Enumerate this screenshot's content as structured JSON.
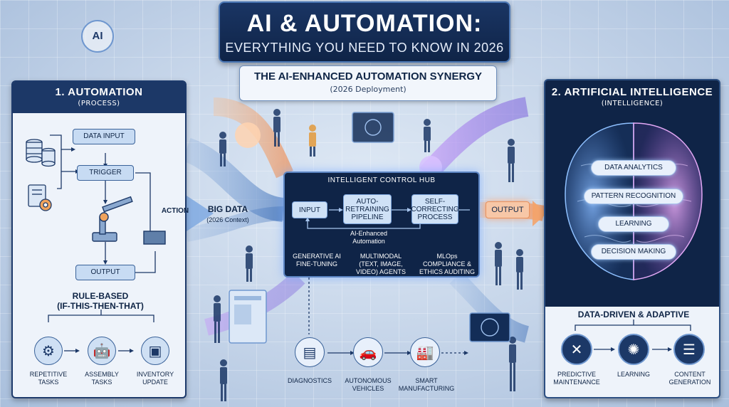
{
  "title": {
    "main": "AI & AUTOMATION:",
    "sub": "EVERYTHING YOU NEED TO KNOW IN 2026"
  },
  "badge": "AI",
  "synergy": {
    "title": "THE AI-ENHANCED AUTOMATION SYNERGY",
    "sub": "(2026 Deployment)"
  },
  "automation": {
    "title": "1. AUTOMATION",
    "subtitle": "(PROCESS)",
    "flow": {
      "data_input": "DATA INPUT",
      "trigger": "TRIGGER",
      "action": "ACTION",
      "output": "OUTPUT"
    },
    "rule_line1": "RULE-BASED",
    "rule_line2": "(IF-THIS-THEN-THAT)",
    "examples": [
      {
        "line1": "REPETITIVE",
        "line2": "TASKS"
      },
      {
        "line1": "ASSEMBLY",
        "line2": "TASKS"
      },
      {
        "line1": "INVENTORY",
        "line2": "UPDATE"
      }
    ]
  },
  "big_data": {
    "label": "BIG DATA",
    "sub": "(2026 Context)"
  },
  "hub": {
    "title": "INTELLIGENT CONTROL HUB",
    "input": "INPUT",
    "retraining_line1": "AUTO-",
    "retraining_line2": "RETRAINING",
    "retraining_line3": "PIPELINE",
    "self_line1": "SELF-",
    "self_line2": "CORRECTING",
    "self_line3": "PROCESS",
    "enhanced_line1": "AI-Enhanced",
    "enhanced_line2": "Automation"
  },
  "output": "OUTPUT",
  "hub_features": [
    {
      "line1": "GENERATIVE AI",
      "line2": "FINE-TUNING",
      "line3": ""
    },
    {
      "line1": "MULTIMODAL",
      "line2": "(TEXT, IMAGE,",
      "line3": "VIDEO) AGENTS"
    },
    {
      "line1": "MLOps",
      "line2": "COMPLIANCE &",
      "line3": "ETHICS AUDITING"
    }
  ],
  "applications": [
    {
      "line1": "DIAGNOSTICS",
      "line2": ""
    },
    {
      "line1": "AUTONOMOUS",
      "line2": "VEHICLES"
    },
    {
      "line1": "SMART",
      "line2": "MANUFACTURING"
    }
  ],
  "ai": {
    "title": "2. ARTIFICIAL INTELLIGENCE",
    "subtitle": "(INTELLIGENCE)",
    "capabilities": [
      "DATA ANALYTICS",
      "PATTERN RECOGNITION",
      "LEARNING",
      "DECISION MAKING"
    ],
    "tagline": "DATA-DRIVEN & ADAPTIVE",
    "examples": [
      {
        "line1": "PREDICTIVE",
        "line2": "MAINTENANCE"
      },
      {
        "line1": "LEARNING",
        "line2": ""
      },
      {
        "line1": "CONTENT",
        "line2": "GENERATION"
      }
    ]
  },
  "colors": {
    "navy": "#0f2447",
    "panel_light": "#eef3fa",
    "flow_blue": "#c7dbf3",
    "output_orange": "#f7c7a7",
    "glow_purple": "#9b6cf2",
    "glow_orange": "#f09a5e"
  },
  "icons": {
    "database": "database-icon",
    "document_gear": "document-gear-icon",
    "robot_arm": "robot-arm-icon",
    "brain": "brain-icon",
    "worker": "worker-icon",
    "robot": "robot-icon",
    "package": "package-icon",
    "wrench": "wrench-icon",
    "document": "document-icon",
    "car": "car-icon",
    "factory": "factory-icon",
    "monitor": "monitor-icon"
  }
}
